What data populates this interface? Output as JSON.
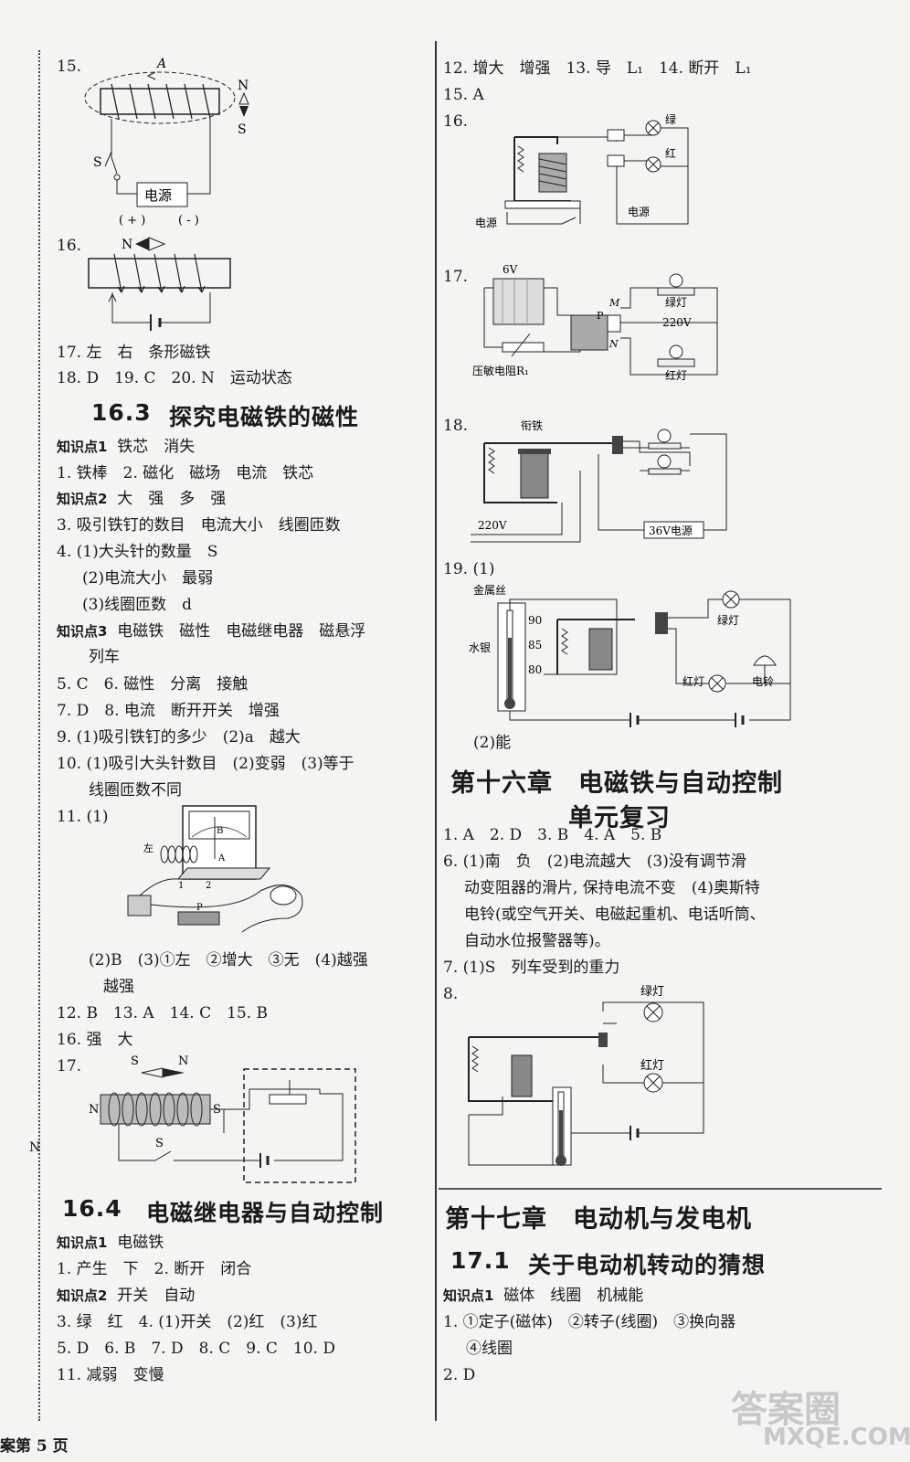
{
  "left": {
    "q15_label": "15.",
    "q15_fig": {
      "top_letter": "A",
      "north": "N",
      "south": "S",
      "switch": "S",
      "source": "电源",
      "plus": "( + )",
      "minus": "( - )"
    },
    "q16_label": "16.",
    "q16_fig": {
      "north": "N"
    },
    "q17": "17. 左　右　条形磁铁",
    "q18": "18. D　19. C　20. N　运动状态",
    "sec163_num": "16.3",
    "sec163_title": "探究电磁铁的磁性",
    "kp1_label": "知识点1",
    "kp1_text": "铁芯　消失",
    "a1": "1. 铁棒　2. 磁化　磁场　电流　铁芯",
    "kp2_label": "知识点2",
    "kp2_text": "大　强　多　强",
    "a3": "3. 吸引铁钉的数目　电流大小　线圈匝数",
    "a4_1": "4. (1)大头针的数量　S",
    "a4_2": "(2)电流大小　最弱",
    "a4_3": "(3)线圈匝数　d",
    "kp3_label": "知识点3",
    "kp3_text": "电磁铁　磁性　电磁继电器　磁悬浮",
    "kp3_cont": "列车",
    "a5": "5. C　6. 磁性　分离　接触",
    "a7": "7. D　8. 电流　断开开关　增强",
    "a9": "9. (1)吸引铁钉的多少　(2)a　越大",
    "a10_1": "10. (1)吸引大头针数目　(2)变弱　(3)等于",
    "a10_2": "线圈匝数不同",
    "a11": "11. (1)",
    "a11_fig": {
      "left": "左",
      "b": "B",
      "a": "A",
      "n1": "1",
      "n2": "2",
      "p": "P"
    },
    "a11_2": "(2)B　(3)①左　②增大　③无　(4)越强",
    "a11_3": "越强",
    "a12": "12. B　13. A　14. C　15. B",
    "a16": "16. 强　大",
    "a17": "17.",
    "a17_fig": {
      "s_top": "S",
      "n_top": "N",
      "n_left": "N",
      "s_right": "S",
      "switch": "S"
    },
    "sec164_num": "16.4",
    "sec164_title": "电磁继电器与自动控制",
    "kp41_label": "知识点1",
    "kp41_text": "电磁铁",
    "b1": "1. 产生　下　2. 断开　闭合",
    "kp42_label": "知识点2",
    "kp42_text": "开关　自动",
    "b3": "3. 绿　红　4. (1)开关　(2)红　(3)红",
    "b5": "5. D　6. B　7. D　8. C　9. C　10. D",
    "b11": "11. 减弱　变慢"
  },
  "right": {
    "r12": "12. 增大　增强　13. 导　L₁　14. 断开　L₁",
    "r15": "15. A",
    "r16": "16.",
    "r16_fig": {
      "green": "绿",
      "red": "红",
      "source1": "电源",
      "source2": "电源"
    },
    "r17": "17.",
    "r17_fig": {
      "v6": "6V",
      "m": "M",
      "p": "P",
      "n": "N",
      "green_lamp": "绿灯",
      "v220": "220V",
      "red_lamp": "红灯",
      "sensor": "压敏电阻R₁"
    },
    "r18": "18.",
    "r18_fig": {
      "armature": "衔铁",
      "v220": "220V",
      "v36": "36V电源"
    },
    "r19": "19. (1)",
    "r19_fig": {
      "metal": "金属丝",
      "mercury": "水银",
      "t90": "90",
      "t85": "85",
      "t80": "80",
      "green_lamp": "绿灯",
      "red_lamp": "红灯",
      "bell": "电铃"
    },
    "r19_2": "(2)能",
    "ch16_title": "第十六章　电磁铁与自动控制",
    "ch16_sub": "单元复习",
    "u1": "1. A　2. D　3. B　4. A　5. B",
    "u6_1": "6. (1)南　负　(2)电流越大　(3)没有调节滑",
    "u6_2": "动变阻器的滑片, 保持电流不变　(4)奥斯特",
    "u6_3": "电铃(或空气开关、电磁起重机、电话听筒、",
    "u6_4": "自动水位报警器等)。",
    "u7": "7. (1)S　列车受到的重力",
    "u8": "8.",
    "u8_fig": {
      "green_lamp": "绿灯",
      "red_lamp": "红灯"
    },
    "ch17_title": "第十七章　电动机与发电机",
    "sec171_num": "17.1",
    "sec171_title": "关于电动机转动的猜想",
    "kp171_label": "知识点1",
    "kp171_text": "磁体　线圈　机械能",
    "c1_1": "1. ①定子(磁体)　②转子(线圈)　③换向器",
    "c1_2": "④线圈",
    "c2": "2. D"
  },
  "footer": {
    "page": "案第 5 页",
    "side_char": "N",
    "watermark1": "答案圈",
    "watermark2": "MXQE.COM"
  }
}
